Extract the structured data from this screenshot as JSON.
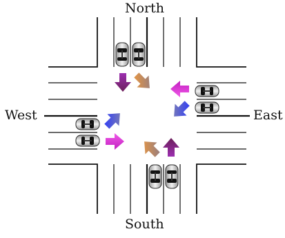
{
  "labels": {
    "north": "North",
    "south": "South",
    "west": "West",
    "east": "East"
  },
  "colors": {
    "road_line": "#111111",
    "car_body": "#d9d9d9",
    "car_outline": "#222222",
    "car_window": "#111111",
    "purple": "#8a1f86",
    "orange": "#e07a1f",
    "magenta": "#e23ad8",
    "blue": "#2a2cdf",
    "fade": "#9aa0b0"
  },
  "icons": [
    "car-icon",
    "arrow-icon"
  ]
}
